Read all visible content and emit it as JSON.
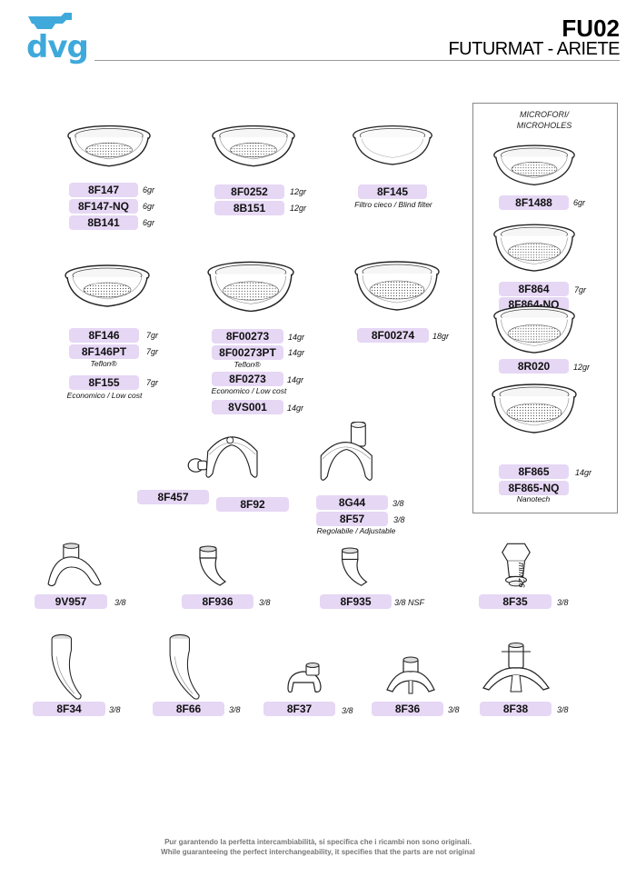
{
  "brand": {
    "logo_text": "dvg",
    "brand_color": "#3fa9db"
  },
  "header": {
    "code": "FU02",
    "model": "FUTURMAT - ARIETE"
  },
  "microfori_box": {
    "title_line1": "MICROFORI/",
    "title_line2": "MICROHOLES"
  },
  "pill_color": "#e6d7f5",
  "parts": {
    "p8F147": "8F147",
    "p8F147NQ": "8F147-NQ",
    "p8B141": "8B141",
    "p8F0252": "8F0252",
    "p8B151": "8B151",
    "p8F145": "8F145",
    "p8F1488": "8F1488",
    "p8F146": "8F146",
    "p8F146PT": "8F146PT",
    "p8F155": "8F155",
    "p8F00273": "8F00273",
    "p8F00273PT": "8F00273PT",
    "p8F0273": "8F0273",
    "p8VS001": "8VS001",
    "p8F00274": "8F00274",
    "p8F864": "8F864",
    "p8F864NQ": "8F864-NQ",
    "p8R020": "8R020",
    "p8F865": "8F865",
    "p8F865NQ": "8F865-NQ",
    "p8F457": "8F457",
    "p8F92": "8F92",
    "p8G44": "8G44",
    "p8F57": "8F57",
    "p9V957": "9V957",
    "p8F936": "8F936",
    "p8F935": "8F935",
    "p8F35": "8F35",
    "p8F34": "8F34",
    "p8F66": "8F66",
    "p8F37": "8F37",
    "p8F36": "8F36",
    "p8F38": "8F38"
  },
  "values": {
    "w6gr": "6gr",
    "w12gr": "12gr",
    "w7gr": "7gr",
    "w14gr": "14gr",
    "w18gr": "18gr",
    "t38": "3/8",
    "t38nsf": "3/8 NSF",
    "mm26": "mm 26"
  },
  "notes": {
    "blind_filter": "Filtro cieco / Blind filter",
    "teflon": "Teflon®",
    "low_cost": "Economico / Low cost",
    "nanotech": "Nanotech",
    "adjustable": "Regolabile / Adjustable"
  },
  "footer": {
    "line1": "Pur garantendo la perfetta intercambiabilità, si specifica che i ricambi non sono originali.",
    "line2": "While guaranteeing the perfect interchangeability, it specifies that the parts are not original"
  }
}
